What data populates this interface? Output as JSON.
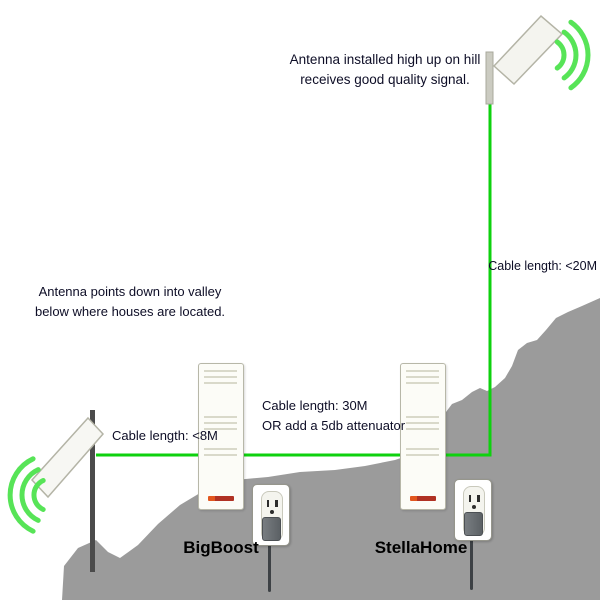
{
  "diagram": {
    "annotations": {
      "hill_antenna": "Antenna installed high up on hill\nreceives good quality signal.",
      "valley_antenna": "Antenna points down into valley\nbelow where houses are located.",
      "cable_right": "Cable length: <20M",
      "cable_left": "Cable length: <8M",
      "cable_middle": "Cable length: 30M\nOR add a 5db attenuator"
    },
    "devices": [
      {
        "label": "BigBoost"
      },
      {
        "label": "StellaHome"
      }
    ],
    "colors": {
      "cable_green": "#0ed10e",
      "signal_green": "#57e457",
      "terrain_gray": "#9b9b9b",
      "text_dark": "#0d0d26"
    }
  }
}
